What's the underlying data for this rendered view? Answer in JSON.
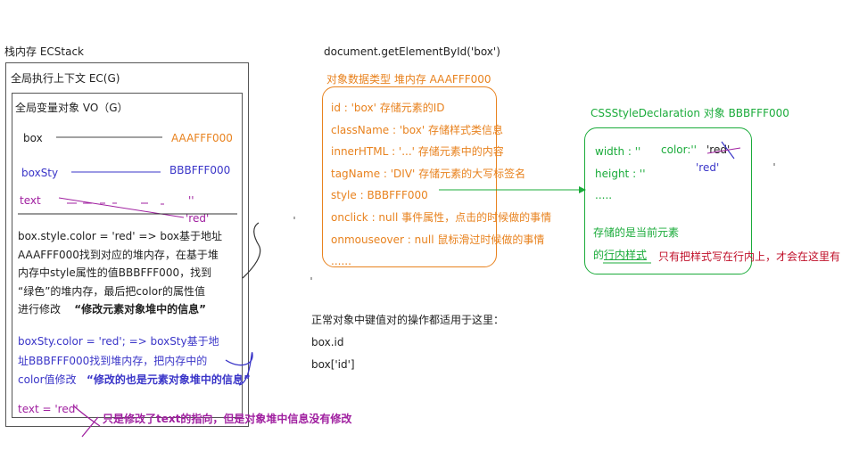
{
  "stack": {
    "title": "栈内存 ECStack",
    "ec_title": "全局执行上下文  EC(G)",
    "vo_title": "全局变量对象  VO（G）",
    "var_box": "box",
    "val_box": "AAAFFF000",
    "var_boxsty": "boxSty",
    "val_boxsty": "BBBFFF000",
    "var_text": "text",
    "val_text": "''",
    "val_text_new": "'red'",
    "desc1_lines": [
      "box.style.color = 'red'    => box基于地址",
      "AAAFFF000找到对应的堆内存，在基于堆",
      "内存中style属性的值BBBFFF000，找到",
      "“绿色”的堆内存，最后把color的属性值",
      "进行修改"
    ],
    "desc1_bold": "“修改元素对象堆中的信息”",
    "desc2_lines": [
      "boxSty.color = 'red';  => boxSty基于地",
      "址BBBFFF000找到堆内存，把内存中的",
      "color值修改"
    ],
    "desc2_bold": "“修改的也是元素对象堆中的信息”",
    "text_assign": "text = 'red'",
    "text_note": "只是修改了text的指向，但是对象堆中信息没有修改"
  },
  "heap_obj": {
    "heading": "document.getElementById('box')",
    "label": "对象数据类型  堆内存   AAAFFF000",
    "props": [
      "id : 'box'   存储元素的ID",
      "className : 'box'   存储样式类信息",
      "innerHTML : '...' 存储元素中的内容",
      "tagName : 'DIV' 存储元素的大写标签名",
      "style :  BBBFFF000",
      "onclick : null   事件属性，点击的时候做的事情",
      "onmouseover : null   鼠标滑过时候做的事情",
      "......"
    ]
  },
  "css_obj": {
    "label": "CSSStyleDeclaration 对象 BBBFFF000",
    "props": [
      "width : ''",
      "height : ''",
      "....."
    ],
    "color_key": "color:''",
    "color_val": "'red'",
    "color_val2": "'red'",
    "note1": "存储的是当前元素",
    "note2_prefix": "的",
    "note2_underline": "行内样式",
    "note3": "只有把样式写在行内上，才会在这里有"
  },
  "normal": {
    "heading": "正常对象中键值对的操作都适用于这里：",
    "lines": [
      "box.id",
      "box['id']"
    ]
  },
  "colors": {
    "orange": "#e8821e",
    "purple": "#a020a0",
    "blue": "#3a35c8",
    "green": "#1aab3a",
    "dark_red": "#c0102a",
    "dark": "#222222"
  }
}
